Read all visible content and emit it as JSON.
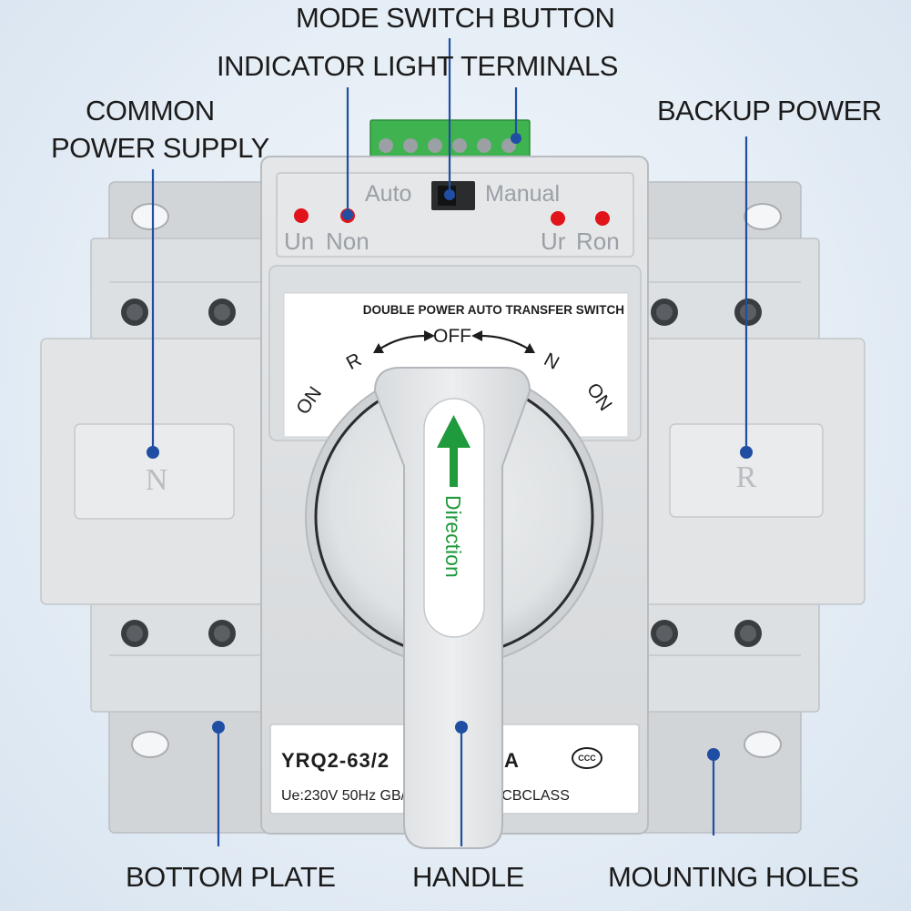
{
  "callouts": {
    "mode_switch_button": "MODE SWITCH BUTTON",
    "indicator_light": "INDICATOR LIGHT",
    "terminals": "TERMINALS",
    "common_power_supply_line1": "COMMON",
    "common_power_supply_line2": "POWER SUPPLY",
    "backup_power": "BACKUP POWER",
    "bottom_plate": "BOTTOM PLATE",
    "handle": "HANDLE",
    "mounting_holes": "MOUNTING HOLES"
  },
  "top_panel": {
    "mode_auto": "Auto",
    "mode_manual": "Manual",
    "indicators": [
      "Un",
      "Non",
      "Ur",
      "Ron"
    ]
  },
  "face_plate": {
    "title": "DOUBLE POWER AUTO TRANSFER SWITCH",
    "off": "OFF",
    "left_r": "R",
    "right_n": "N",
    "left_on": "ON",
    "right_on": "ON"
  },
  "side_marks": {
    "left": "N",
    "right": "R"
  },
  "handle": {
    "direction_text": "Direction"
  },
  "rating_plate": {
    "model": "YRQ2-63/2",
    "model_suffix": "A",
    "spec": "Ue:230V  50Hz  GB/T148  11  ATSE:CBCLASS",
    "cert": "CCC"
  },
  "colors": {
    "indicator_red": "#e0141a",
    "arrow_green": "#1f9a3c",
    "terminal_green": "#3fb34f",
    "callout_line": "#1f4ea3"
  }
}
